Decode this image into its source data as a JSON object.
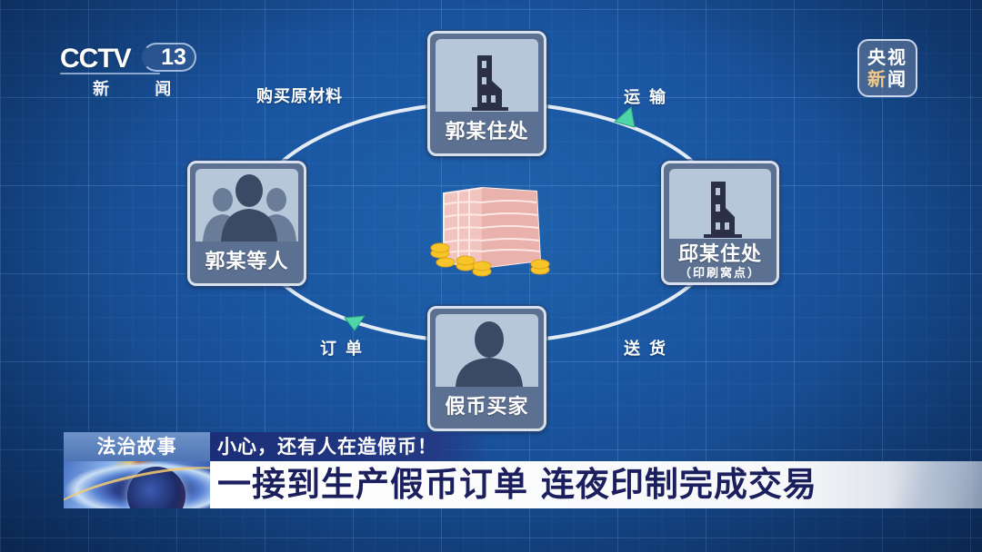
{
  "channel": {
    "logo_text": "CCTV",
    "channel_number": "13",
    "channel_name": "新 闻"
  },
  "badge": {
    "row1": "央视",
    "row2_char1": "新",
    "row2_char2": "闻"
  },
  "diagram": {
    "nodes": {
      "guo_home": {
        "label": "郭某住处",
        "icon": "building-icon"
      },
      "qiu_home": {
        "label": "邱某住处",
        "sublabel": "（印刷窝点）",
        "icon": "building-icon"
      },
      "guo_group": {
        "label": "郭某等人",
        "icon": "people-group-icon"
      },
      "buyer": {
        "label": "假币买家",
        "icon": "person-icon"
      }
    },
    "edges": {
      "buy_materials": "购买原材料",
      "transport": "运输",
      "deliver": "送货",
      "order": "订单"
    },
    "center_icon": "money-stack-icon",
    "colors": {
      "background": "#1a55a0",
      "arrow": "#4fd6a8",
      "card_border": "#d7e1ee",
      "card_fill": "#5c7091",
      "card_pic": "#b7c7da"
    }
  },
  "lower_third": {
    "category": "法治故事",
    "subtitle": "小心，还有人在造假币！",
    "headline": "一接到生产假币订单 连夜印制完成交易"
  }
}
